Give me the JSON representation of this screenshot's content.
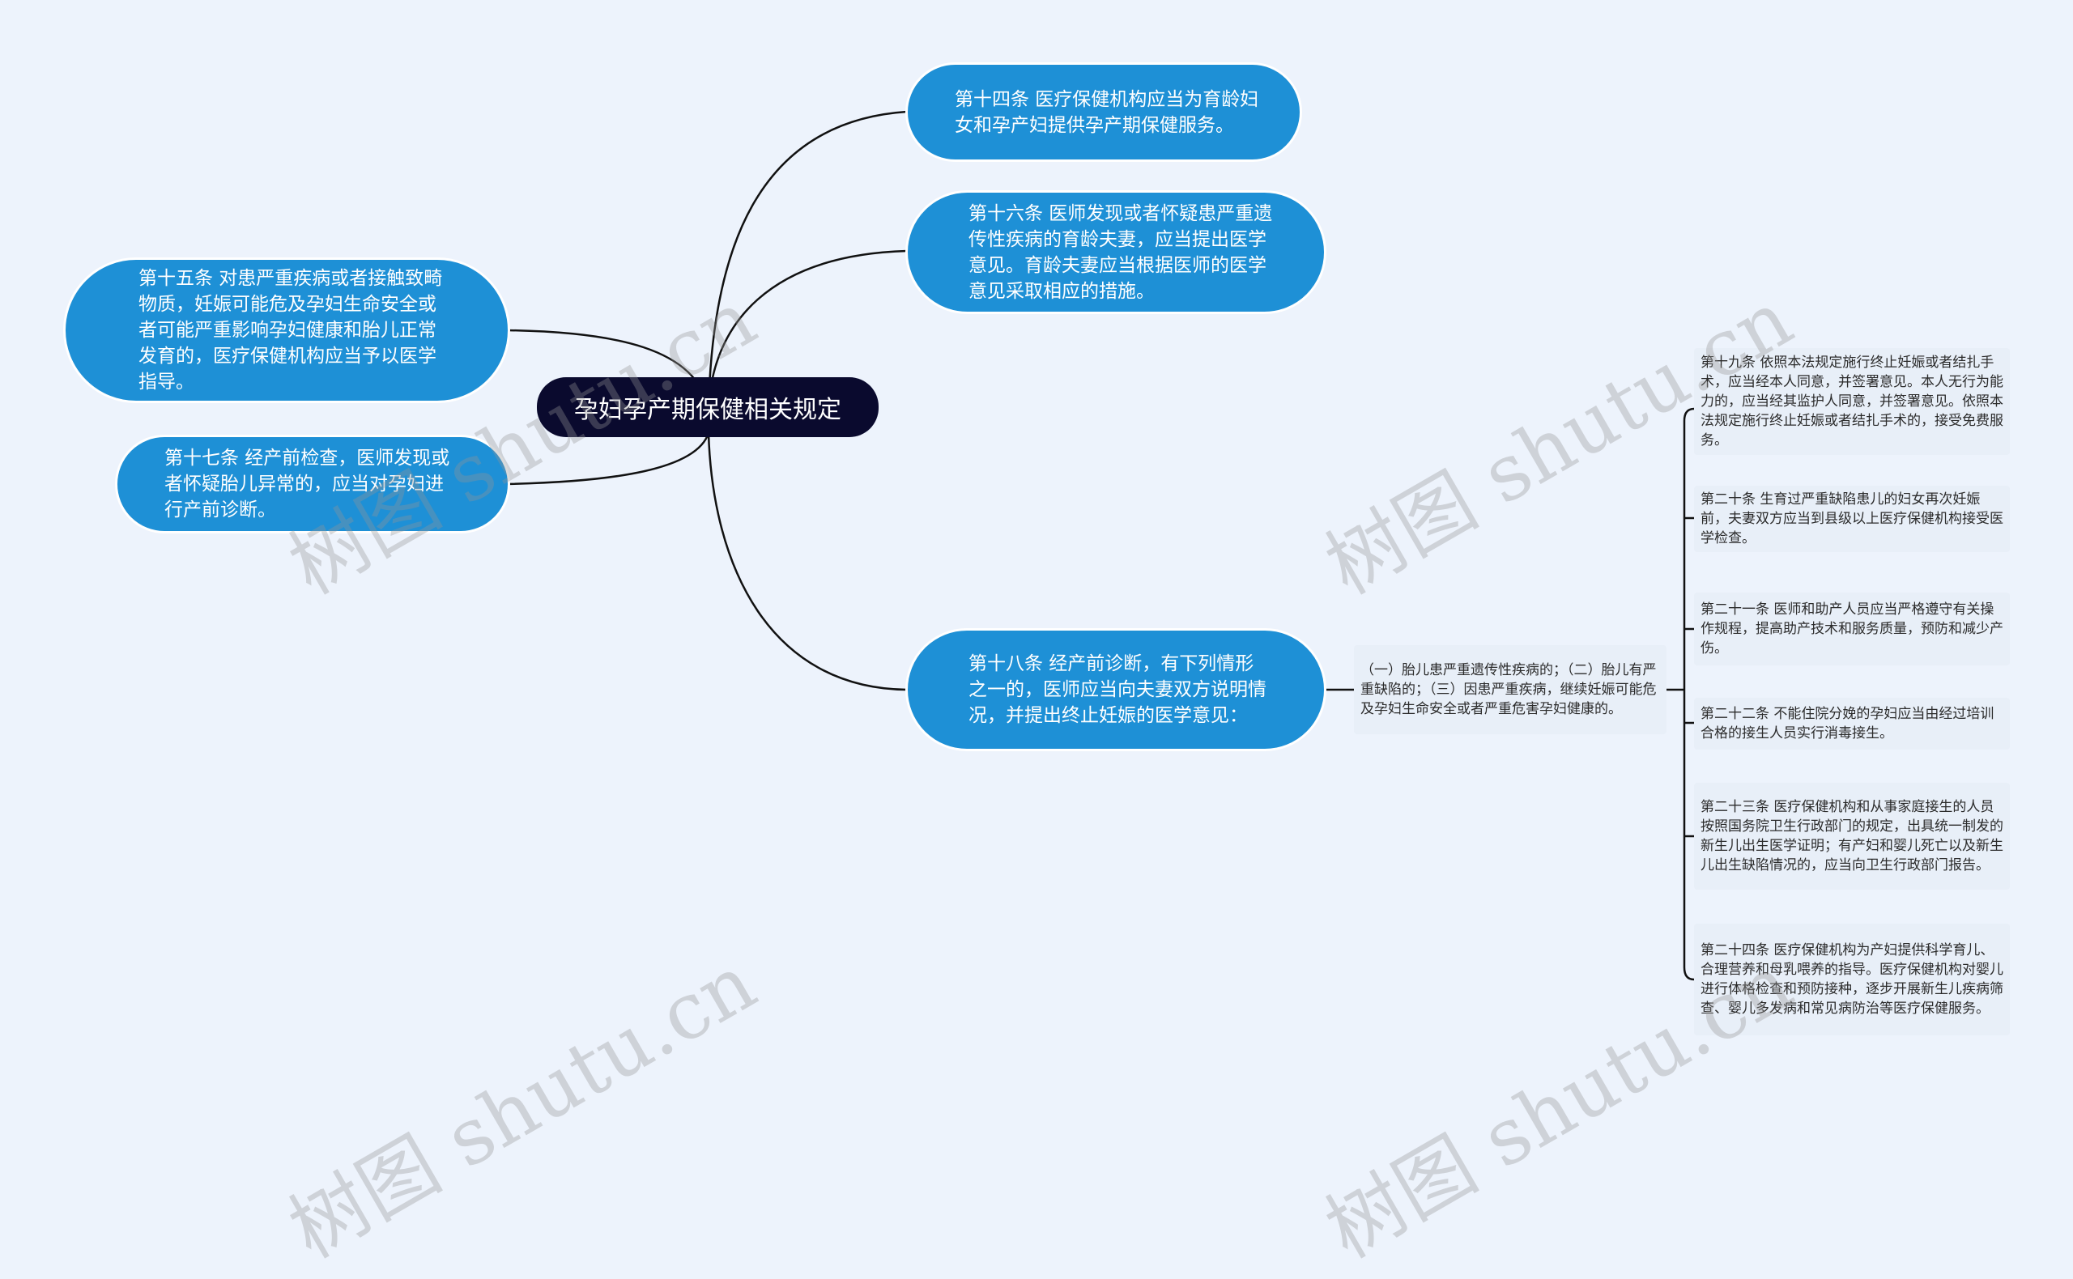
{
  "root": {
    "label": "孕妇孕产期保健相关规定"
  },
  "branches": {
    "b14": "第十四条 医疗保健机构应当为育龄妇女和孕产妇提供孕产期保健服务。",
    "b16": "第十六条 医师发现或者怀疑患严重遗传性疾病的育龄夫妻，应当提出医学意见。育龄夫妻应当根据医师的医学意见采取相应的措施。",
    "b15": "第十五条 对患严重疾病或者接触致畸物质，妊娠可能危及孕妇生命安全或者可能严重影响孕妇健康和胎儿正常发育的，医疗保健机构应当予以医学指导。",
    "b17": "第十七条 经产前检查，医师发现或者怀疑胎儿异常的，应当对孕妇进行产前诊断。",
    "b18": "第十八条 经产前诊断，有下列情形之一的，医师应当向夫妻双方说明情况，并提出终止妊娠的医学意见："
  },
  "sub": {
    "b18_detail": "（一）胎儿患严重遗传性疾病的；（二）胎儿有严重缺陷的；（三）因患严重疾病，继续妊娠可能危及孕妇生命安全或者严重危害孕妇健康的。"
  },
  "leaves": [
    "第十九条 依照本法规定施行终止妊娠或者结扎手术，应当经本人同意，并签署意见。本人无行为能力的，应当经其监护人同意，并签署意见。依照本法规定施行终止妊娠或者结扎手术的，接受免费服务。",
    "第二十条 生育过严重缺陷患儿的妇女再次妊娠前，夫妻双方应当到县级以上医疗保健机构接受医学检查。",
    "第二十一条 医师和助产人员应当严格遵守有关操作规程，提高助产技术和服务质量，预防和减少产伤。",
    "第二十二条 不能住院分娩的孕妇应当由经过培训合格的接生人员实行消毒接生。",
    "第二十三条 医疗保健机构和从事家庭接生的人员按照国务院卫生行政部门的规定，出具统一制发的新生儿出生医学证明；有产妇和婴儿死亡以及新生儿出生缺陷情况的，应当向卫生行政部门报告。",
    "第二十四条 医疗保健机构为产妇提供科学育儿、合理营养和母乳喂养的指导。医疗保健机构对婴儿进行体格检查和预防接种，逐步开展新生儿疾病筛查、婴儿多发病和常见病防治等医疗保健服务。"
  ],
  "watermark": "树图 shutu.cn",
  "colors": {
    "root": "#0a0a2e",
    "branch": "#1e90d6",
    "leaf": "#e8eff8",
    "line": "#111111"
  }
}
